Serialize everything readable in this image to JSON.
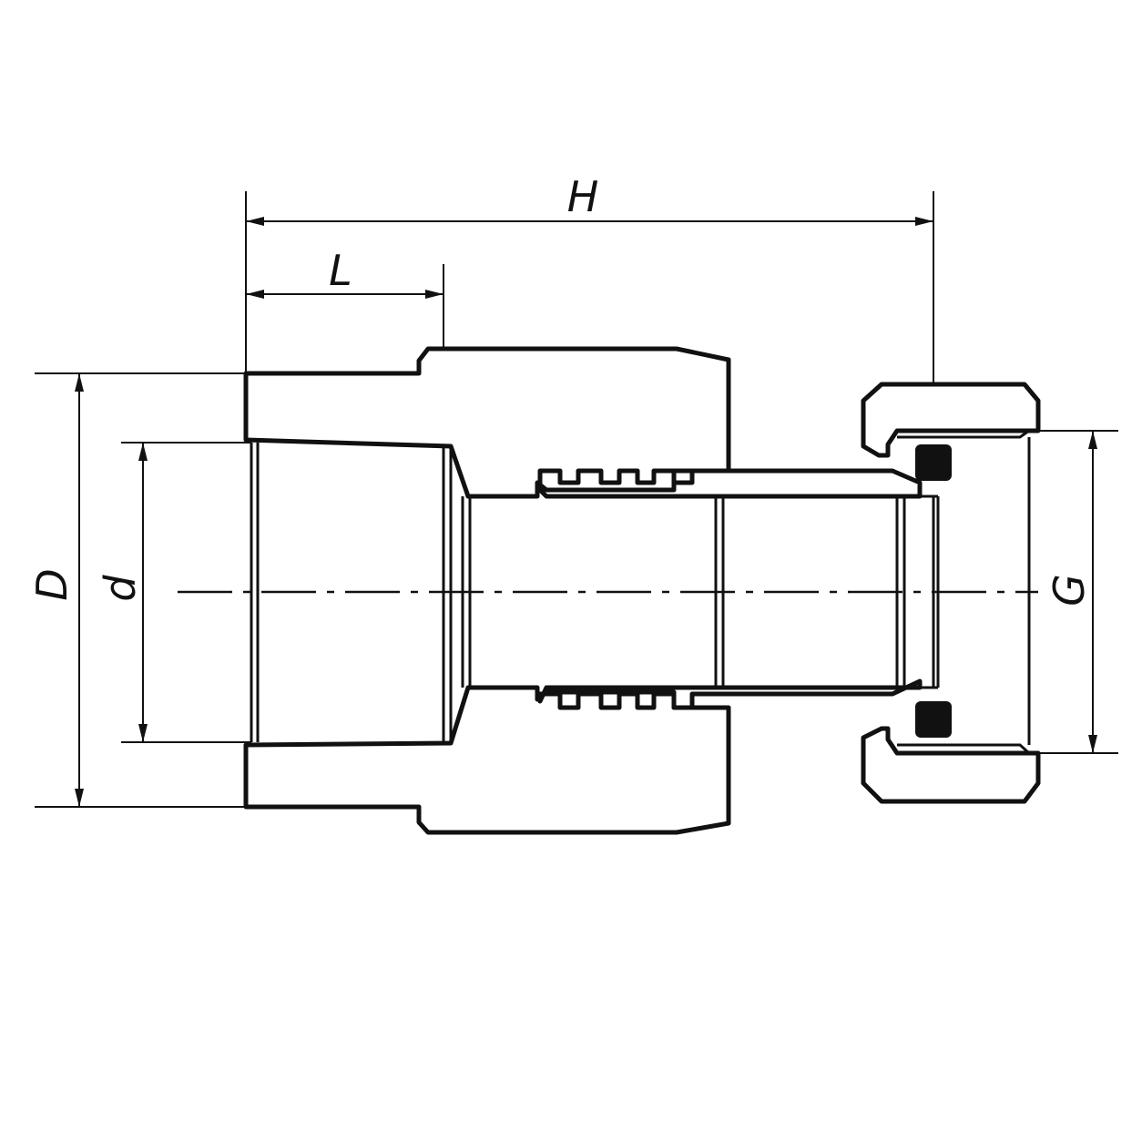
{
  "drawing": {
    "dimensions": {
      "overall_length": "H",
      "socket_depth": "L",
      "outer_diameter": "D",
      "inner_diameter": "d",
      "thread_size": "G"
    },
    "colors": {
      "line": "#111111",
      "background": "#ffffff"
    }
  }
}
